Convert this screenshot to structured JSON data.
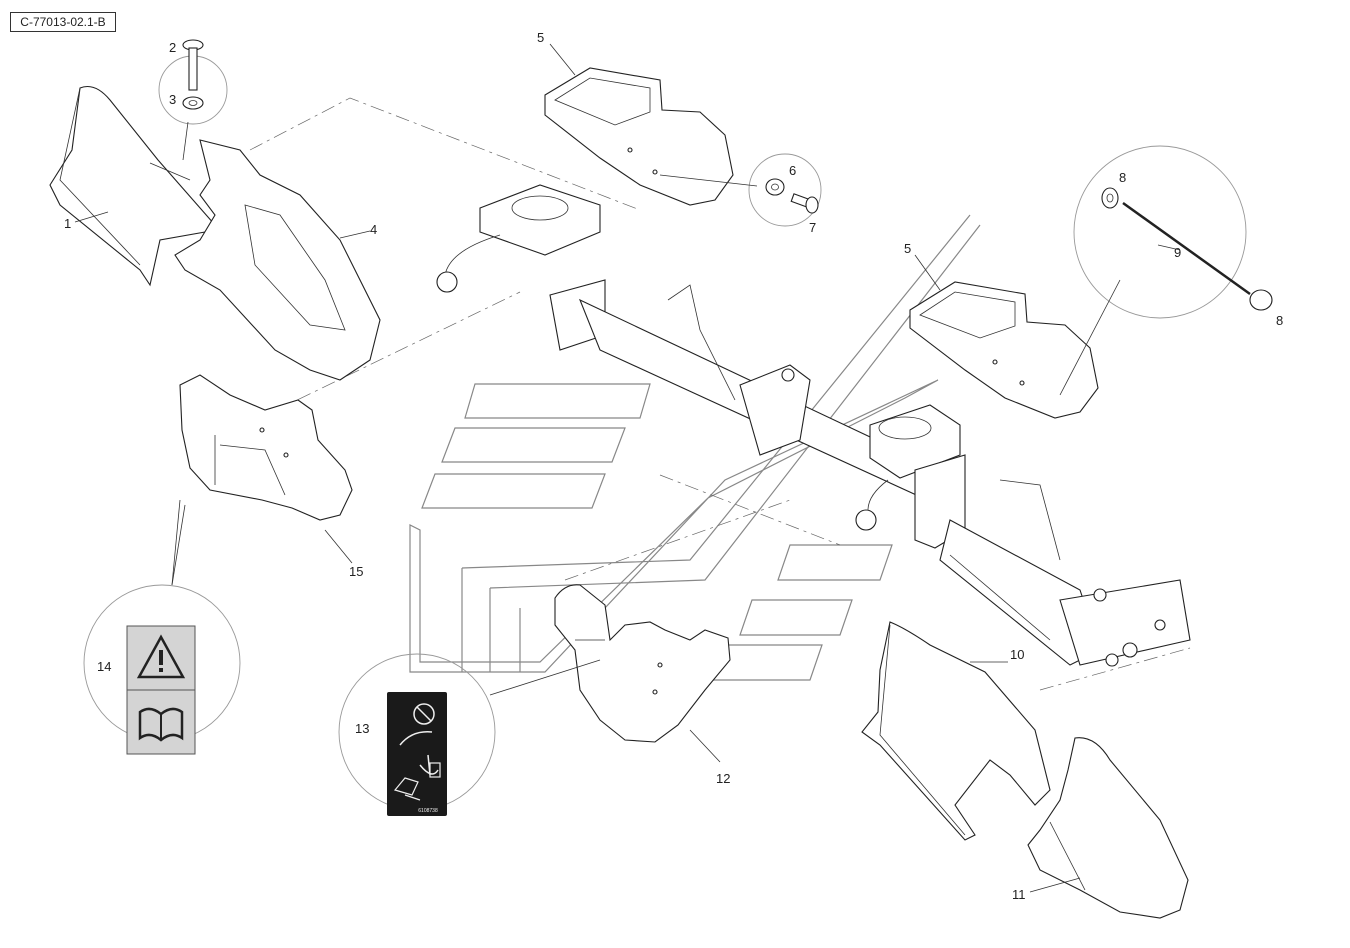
{
  "reference_code": "C-77013-02.1-B",
  "callouts": [
    {
      "id": "c1",
      "text": "1"
    },
    {
      "id": "c2",
      "text": "2"
    },
    {
      "id": "c3",
      "text": "3"
    },
    {
      "id": "c4",
      "text": "4"
    },
    {
      "id": "c5a",
      "text": "5"
    },
    {
      "id": "c5b",
      "text": "5"
    },
    {
      "id": "c6",
      "text": "6"
    },
    {
      "id": "c7",
      "text": "7"
    },
    {
      "id": "c8a",
      "text": "8"
    },
    {
      "id": "c8b",
      "text": "8"
    },
    {
      "id": "c9",
      "text": "9"
    },
    {
      "id": "c10",
      "text": "10"
    },
    {
      "id": "c11",
      "text": "11"
    },
    {
      "id": "c12",
      "text": "12"
    },
    {
      "id": "c13",
      "text": "13"
    },
    {
      "id": "c14",
      "text": "14"
    },
    {
      "id": "c15",
      "text": "15"
    }
  ],
  "decals": {
    "decal_13_code": "6108738"
  },
  "colors": {
    "line": "#222222",
    "watermark": "#888888",
    "decal_bg": "#d4d4d4",
    "decal_dark": "#1a1a1a"
  }
}
